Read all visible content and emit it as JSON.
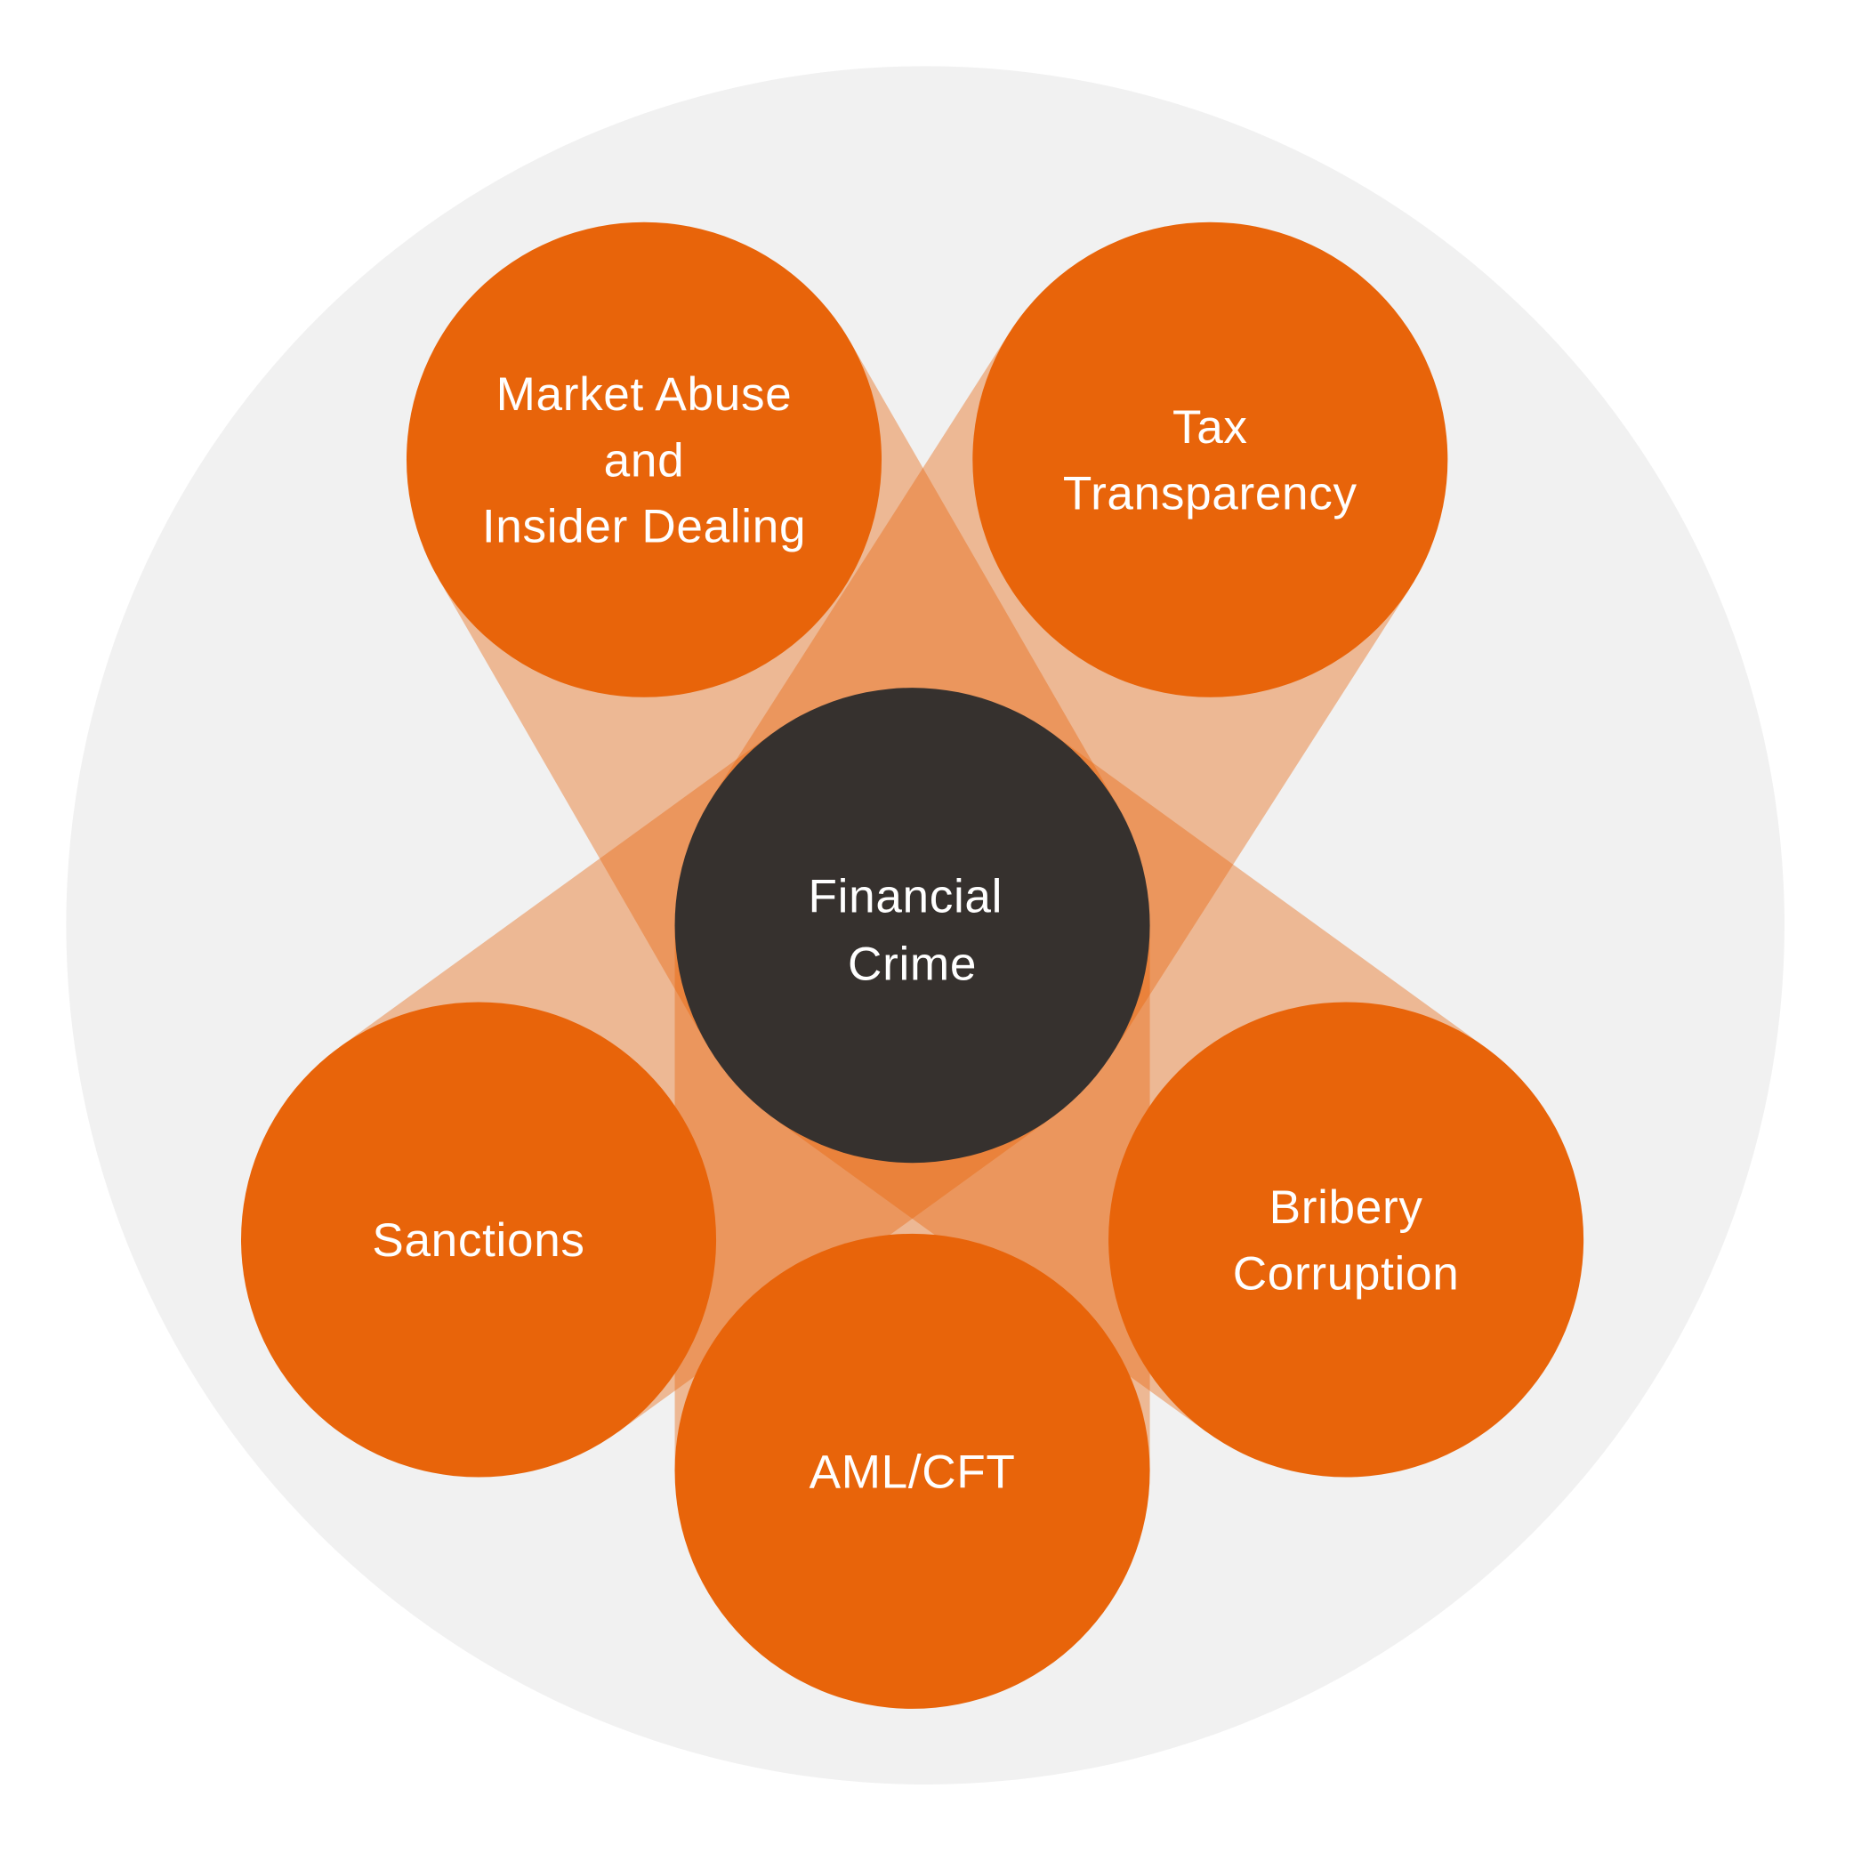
{
  "colors": {
    "background_ring": "#f1f1f1",
    "accent": "#e8640a",
    "center": "#36312e",
    "text": "#ffffff"
  },
  "center": {
    "lines": [
      "Financial",
      "Crime"
    ]
  },
  "topics": [
    {
      "id": "market-abuse",
      "lines": [
        "Market Abuse",
        "and",
        "Insider Dealing"
      ]
    },
    {
      "id": "tax-transparency",
      "lines": [
        "Tax",
        "Transparency"
      ]
    },
    {
      "id": "sanctions",
      "lines": [
        "Sanctions"
      ]
    },
    {
      "id": "bribery-corruption",
      "lines": [
        "Bribery",
        "Corruption"
      ]
    },
    {
      "id": "aml-cft",
      "lines": [
        "AML/CFT"
      ]
    }
  ]
}
